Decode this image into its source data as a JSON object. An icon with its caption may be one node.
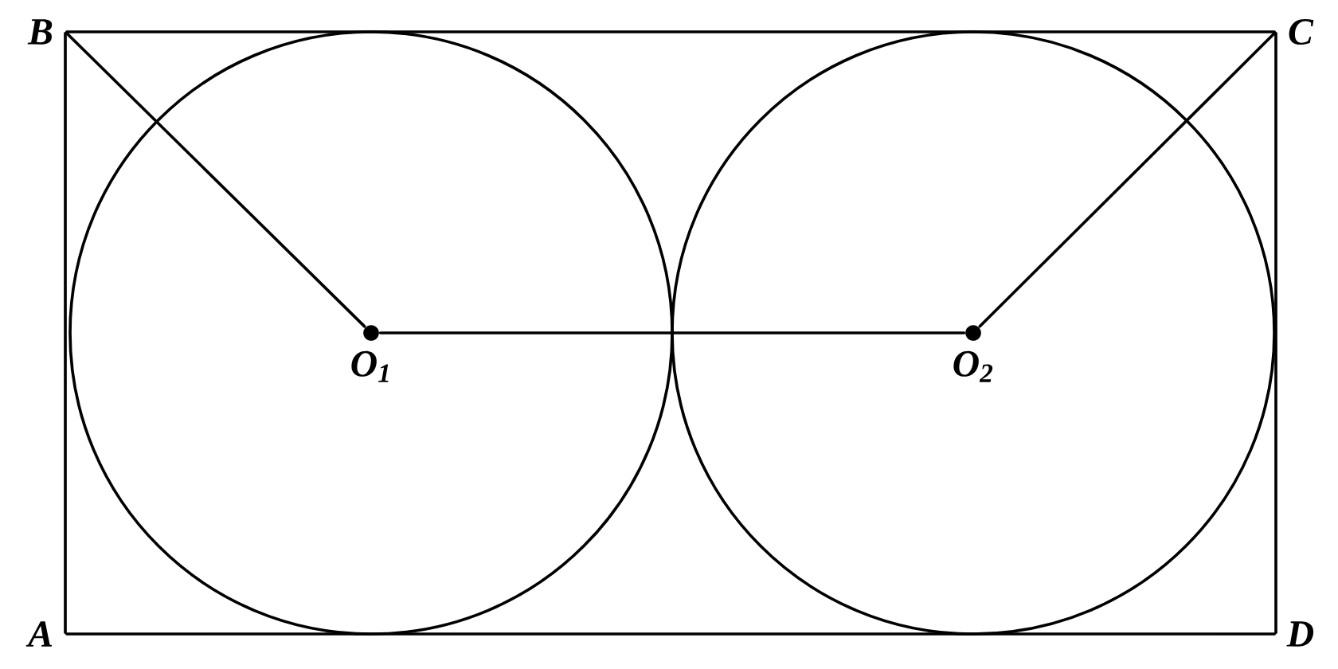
{
  "diagram": {
    "nodes": [
      {
        "text": [
          "B"
        ]
      },
      {
        "text": [
          "C"
        ]
      },
      {
        "text": [
          "O$_{1}$"
        ]
      },
      {
        "text": [
          "O$_{2}$"
        ]
      },
      {
        "text": [
          "A"
        ]
      },
      {
        "text": [
          "D"
        ]
      }
    ],
    "edges": [
      {
        "from": 0,
        "to": 1,
        "arrow": "none"
      },
      {
        "from": 1,
        "to": 5,
        "arrow": "none"
      },
      {
        "from": 5,
        "to": 4,
        "arrow": "none"
      },
      {
        "from": 4,
        "to": 0,
        "arrow": "none"
      },
      {
        "from": 0,
        "to": 2,
        "arrow": "none"
      },
      {
        "from": 2,
        "to": 3,
        "arrow": "none"
      },
      {
        "from": 3,
        "to": 1,
        "arrow": "none"
      }
    ]
  }
}
